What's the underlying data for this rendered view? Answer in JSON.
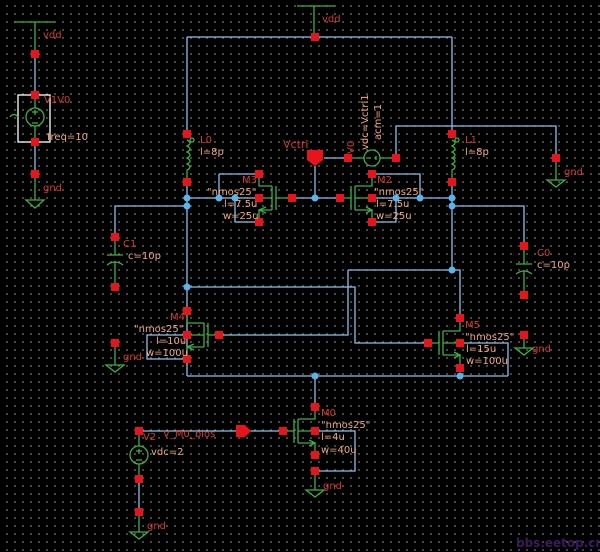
{
  "nets": {
    "vdd_left": "vdd",
    "vdd_top": "vdd",
    "gnd_v1": "gnd",
    "gnd_v0": "gnd",
    "gnd_c1": "gnd",
    "gnd_c0": "gnd",
    "gnd_m0": "gnd",
    "gnd_v2": "gnd",
    "vctrl_pin": "Vctrl",
    "bias_pin": "V_M0_bios"
  },
  "sources": {
    "v1": {
      "name": "V1V0",
      "param": "freq=10"
    },
    "v0": {
      "name": "V0",
      "param1": "vdc=Vctrl1",
      "param2": "acm=1"
    },
    "v2": {
      "name": "V2",
      "param": "vdc=2"
    }
  },
  "inductors": {
    "l0": {
      "name": "L0",
      "value": "l=8p"
    },
    "l1": {
      "name": "L1",
      "value": "l=8p"
    }
  },
  "capacitors": {
    "c1": {
      "name": "C1",
      "value": "c=10p"
    },
    "c0": {
      "name": "C0",
      "value": "c=10p"
    }
  },
  "transistors": {
    "m3": {
      "name": "M3",
      "model": "\"nmos25\"",
      "l": "l=7.5u",
      "w": "w=25u"
    },
    "m2": {
      "name": "M2",
      "model": "\"nmos25\"",
      "l": "l=7.5u",
      "w": "w=25u"
    },
    "m4": {
      "name": "M4",
      "model": "\"nmos25\"",
      "l": "l=10u",
      "w": "w=100u"
    },
    "m5": {
      "name": "M5",
      "model": "\"nmos25\"",
      "l": "l=15u",
      "w": "w=100u"
    },
    "m0": {
      "name": "M0",
      "model": "\"nmos25\"",
      "l": "l=4u",
      "w": "w=40u"
    }
  },
  "watermark": "bbs.eetop.cn",
  "colors": {
    "background": "#000000",
    "wire": "#8cc0ec",
    "device": "#3cb043",
    "pin": "#e8141c",
    "label": "#d83a32",
    "param": "#f0a880"
  }
}
